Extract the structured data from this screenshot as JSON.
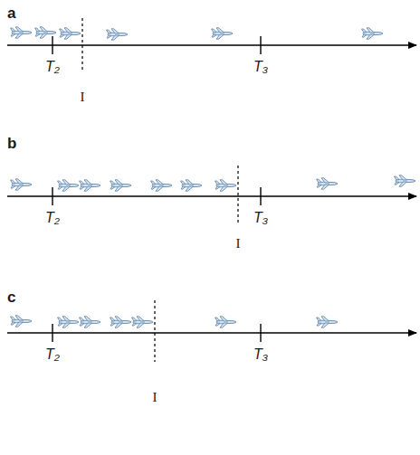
{
  "diagram": {
    "labels": [
      "a",
      "T₂",
      "T₃",
      "I",
      "b",
      "T₂",
      "T₃",
      "I",
      "c",
      "T₂",
      "T₃",
      "I"
    ]
  }
}
